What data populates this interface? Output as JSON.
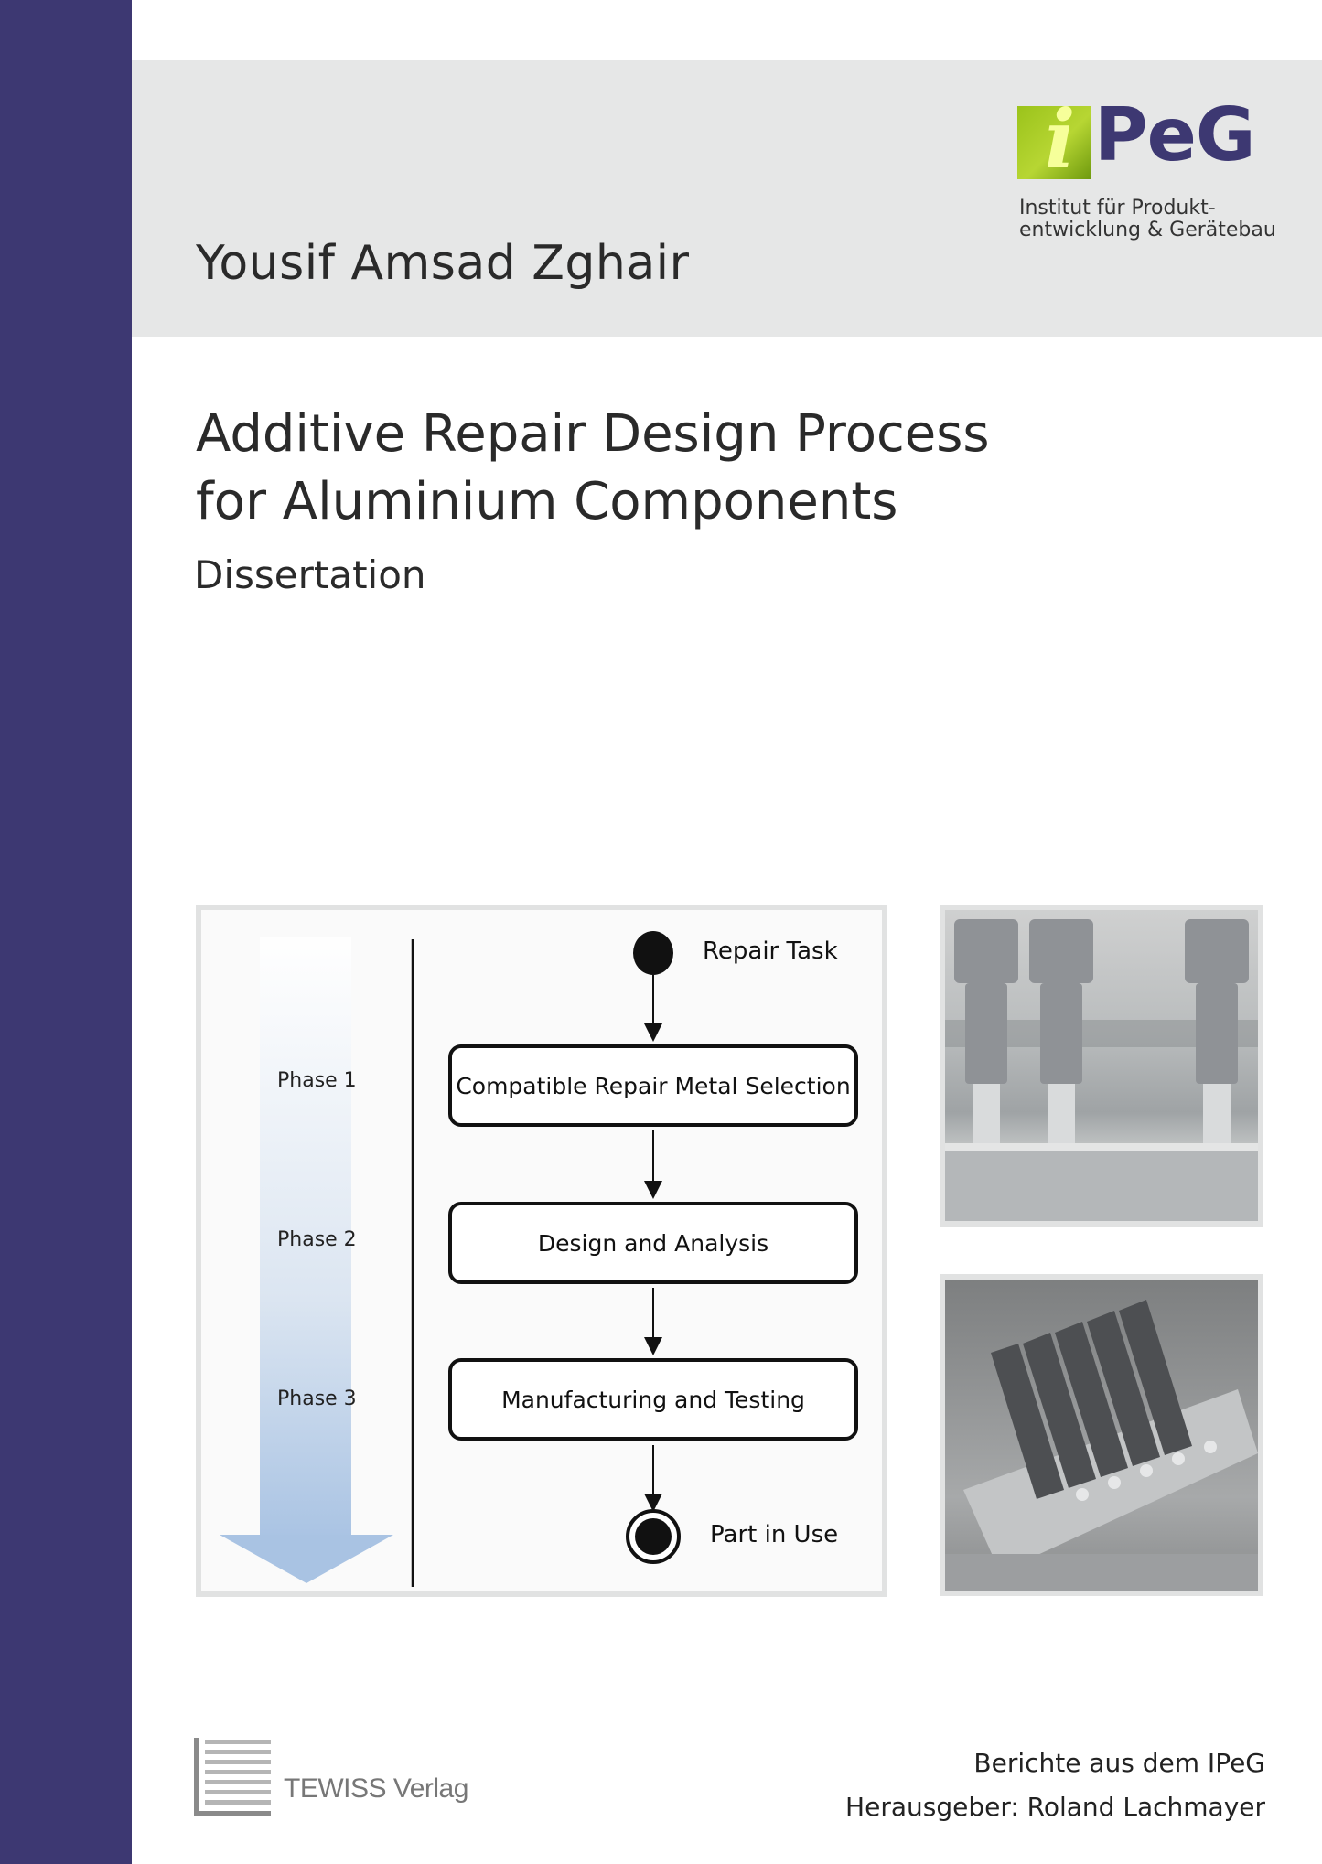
{
  "cover": {
    "author": "Yousif Amsad Zghair",
    "title_line1": "Additive Repair Design Process",
    "title_line2": "for Aluminium Components",
    "subtitle": "Dissertation"
  },
  "institute": {
    "logo_text": "PeG",
    "logo_initial": "i",
    "name_line1": "Institut für Produkt-",
    "name_line2": "entwicklung & Gerätebau"
  },
  "diagram": {
    "start_label": "Repair Task",
    "end_label": "Part in Use",
    "phases": [
      "Phase 1",
      "Phase 2",
      "Phase 3"
    ],
    "steps": [
      "Compatible Repair Metal Selection",
      "Design and Analysis",
      "Manufacturing and Testing"
    ]
  },
  "publisher": {
    "name": "TEWISS Verlag"
  },
  "series": {
    "name": "Berichte aus dem IPeG",
    "editor": "Herausgeber: Roland Lachmayer"
  },
  "colors": {
    "sidebar": "#3d3872",
    "band": "#e6e7e7",
    "logo_green": "#9bc31b",
    "arrow_blue": "#a9c3e3"
  }
}
